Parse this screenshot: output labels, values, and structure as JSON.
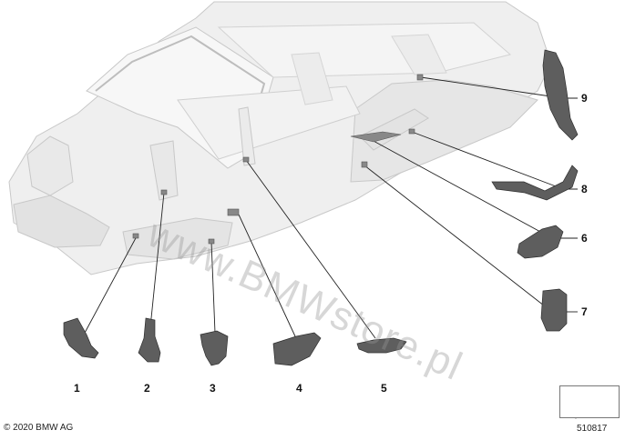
{
  "diagram": {
    "watermark": "www.BMWstore.pl",
    "copyright": "© 2020 BMW AG",
    "diagram_id": "510817",
    "part_labels": [
      "1",
      "2",
      "3",
      "4",
      "5",
      "6",
      "7",
      "8",
      "9"
    ],
    "colors": {
      "body_fill": "#efefef",
      "body_stroke": "#c8c8c8",
      "part_fill": "#5e5e5e",
      "part_stroke": "#2f2f2f",
      "leader_line": "#222222"
    }
  }
}
